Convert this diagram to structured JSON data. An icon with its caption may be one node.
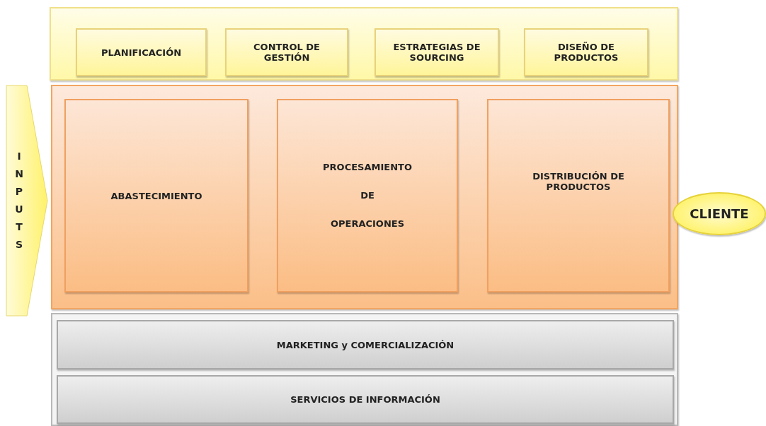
{
  "diagram": {
    "nodes": [
      {
        "text": [],
        "shape": "box"
      },
      {
        "text": [
          "PLANIFICACIÓN"
        ],
        "in": 0
      },
      {
        "text": [
          "CONTROL DE GESTIÓN"
        ],
        "in": 0
      },
      {
        "text": [
          "ESTRATEGIAS DE SOURCING"
        ],
        "in": 0
      },
      {
        "text": [
          "DISEÑO DE PRODUCTOS"
        ],
        "in": 0
      },
      {
        "text": [],
        "shape": "box"
      },
      {
        "text": [
          "ABASTECIMIENTO"
        ],
        "in": 5
      },
      {
        "text": [
          "PROCESAMIENTO DE OPERACIONES"
        ],
        "in": 5
      },
      {
        "text": [
          "DISTRIBUCIÓN DE PRODUCTOS"
        ],
        "in": 5
      },
      {
        "text": [],
        "shape": "box"
      },
      {
        "text": [
          "MARKETING y COMERCIALIZACIÓN"
        ],
        "in": 9
      },
      {
        "text": [
          "SERVICIOS DE INFORMACIÓN"
        ],
        "in": 9
      },
      {
        "text": [
          "INPUTS"
        ]
      },
      {
        "text": [
          "CLIENTE"
        ]
      }
    ],
    "edges": []
  }
}
